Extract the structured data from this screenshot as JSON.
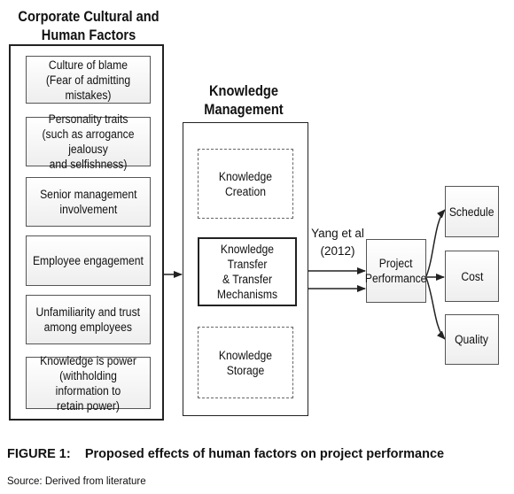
{
  "left_group": {
    "title_line1": "Corporate Cultural and",
    "title_line2": "Human Factors",
    "factors": [
      {
        "line1": "Culture of blame",
        "line2": "(Fear of admitting mistakes)",
        "line3": ""
      },
      {
        "line1": "Personality traits",
        "line2": "(such as arrogance jealousy",
        "line3": "and selfishness)"
      },
      {
        "line1": "Senior management",
        "line2": "involvement",
        "line3": ""
      },
      {
        "line1": "Employee engagement",
        "line2": "",
        "line3": ""
      },
      {
        "line1": "Unfamiliarity and trust",
        "line2": "among employees",
        "line3": ""
      },
      {
        "line1": "Knowledge is power",
        "line2": "(withholding information to",
        "line3": "retain power)"
      }
    ]
  },
  "km_group": {
    "title_line1": "Knowledge",
    "title_line2": "Management",
    "creation": "Knowledge Creation",
    "transfer_line1": "Knowledge Transfer",
    "transfer_line2": "& Transfer",
    "transfer_line3": "Mechanisms",
    "storage": "Knowledge Storage"
  },
  "citation_line1": "Yang et al",
  "citation_line2": "(2012)",
  "project_performance_line1": "Project",
  "project_performance_line2": "Performance",
  "outcomes": [
    "Schedule",
    "Cost",
    "Quality"
  ],
  "caption_label": "FIGURE 1:",
  "caption_text": "Proposed effects of human factors on project performance",
  "source": "Source: Derived from literature"
}
